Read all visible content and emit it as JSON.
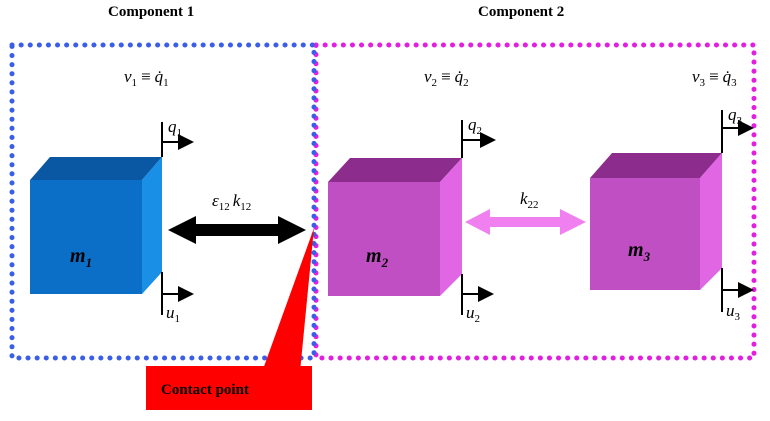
{
  "components": {
    "c1_title": "Component 1",
    "c2_title": "Component 2"
  },
  "masses": [
    {
      "base": "m",
      "sub": "1"
    },
    {
      "base": "m",
      "sub": "2"
    },
    {
      "base": "m",
      "sub": "3"
    }
  ],
  "velocity_labels": [
    {
      "v": "v",
      "vsub": "1",
      "eq": "≡",
      "q": "q̇",
      "qsub": "1"
    },
    {
      "v": "v",
      "vsub": "2",
      "eq": "≡",
      "q": "q̇",
      "qsub": "2"
    },
    {
      "v": "v",
      "vsub": "3",
      "eq": "≡",
      "q": "q̇",
      "qsub": "3"
    }
  ],
  "dof_labels": {
    "q": [
      {
        "base": "q",
        "sub": "1"
      },
      {
        "base": "q",
        "sub": "2"
      },
      {
        "base": "q",
        "sub": "3"
      }
    ],
    "u": [
      {
        "base": "u",
        "sub": "1"
      },
      {
        "base": "u",
        "sub": "2"
      },
      {
        "base": "u",
        "sub": "3"
      }
    ]
  },
  "springs": {
    "contact": {
      "eps": "ε",
      "eps_sub": "12",
      "k": "k",
      "k_sub": "12"
    },
    "internal": {
      "k": "k",
      "k_sub": "22"
    }
  },
  "callout": {
    "label": "Contact point"
  },
  "colors": {
    "component1_border": "#3b5ee8",
    "component2_border": "#e21fe0",
    "m1_front": "#0b6fc7",
    "m1_top": "#0a57a3",
    "m1_side": "#1a8fe6",
    "m23_front": "#c04fc4",
    "m23_top": "#8c2d8e",
    "m23_side": "#e066e4",
    "contact_arrow": "#000000",
    "spring_arrow": "#f07ff0",
    "callout": "#ff0000"
  }
}
